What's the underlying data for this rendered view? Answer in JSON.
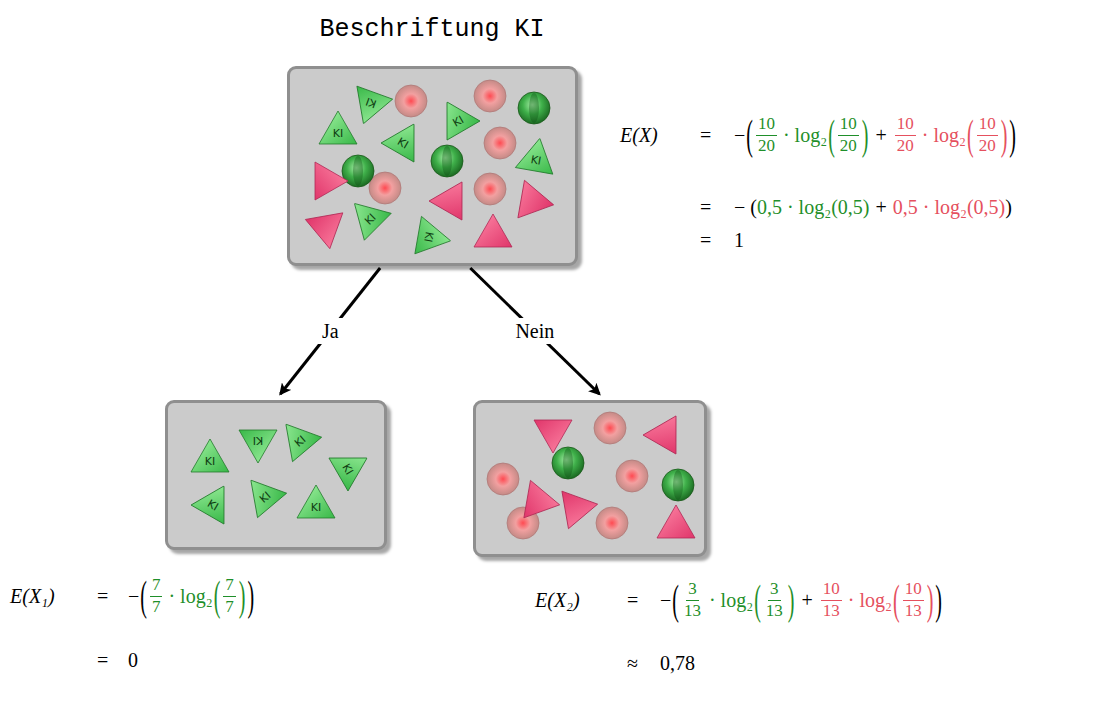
{
  "diagram": {
    "title": "Beschriftung KI",
    "nodes": [
      {
        "text": []
      },
      {
        "text": [
          "KI"
        ],
        "in": 0
      },
      {
        "text": [
          "KI"
        ],
        "in": 0
      },
      {
        "text": [
          "KI"
        ],
        "in": 0
      },
      {
        "text": [
          "KI"
        ],
        "in": 0
      },
      {
        "text": [
          "KI"
        ],
        "in": 0
      },
      {
        "text": [
          "KI"
        ],
        "in": 0
      },
      {
        "text": [
          "KI"
        ],
        "in": 0
      },
      {
        "text": []
      },
      {
        "text": [
          "KI"
        ],
        "in": 8
      },
      {
        "text": [
          "KI"
        ],
        "in": 8
      },
      {
        "text": [
          "KI"
        ],
        "in": 8
      },
      {
        "text": [
          "KI"
        ],
        "in": 8
      },
      {
        "text": [
          "KI"
        ],
        "in": 8
      },
      {
        "text": [
          "KI"
        ],
        "in": 8
      },
      {
        "text": [
          "KI"
        ],
        "in": 8
      },
      {
        "text": []
      }
    ],
    "edges": [
      {
        "from": 0,
        "to": 8,
        "arrow": "to",
        "label": "Ja"
      },
      {
        "from": 0,
        "to": 16,
        "arrow": "to",
        "label": "Nein"
      }
    ],
    "labels": [
      "E(X)",
      "=",
      "−",
      "(",
      "10",
      "20",
      "· log₂",
      "(",
      "10",
      "20",
      ")",
      "+",
      "10",
      "20",
      "· log₂",
      "(",
      "10",
      "20",
      ")",
      ")",
      "=",
      "− (",
      "0,5 · log₂(0,5)",
      "+",
      "0,5 · log₂(0,5)",
      ")",
      "=",
      "1",
      "E(X₁)",
      "=",
      "−",
      "(",
      "7",
      "7",
      "· log₂",
      "(",
      "7",
      "7",
      ")",
      ")",
      "=",
      "0",
      "E(X₂)",
      "=",
      "−",
      "(",
      "3",
      "13",
      "· log₂",
      "(",
      "3",
      "13",
      ")",
      "+",
      "10",
      "13",
      "· log₂",
      "(",
      "10",
      "13",
      ")",
      ")",
      "≈",
      "0,78"
    ]
  }
}
